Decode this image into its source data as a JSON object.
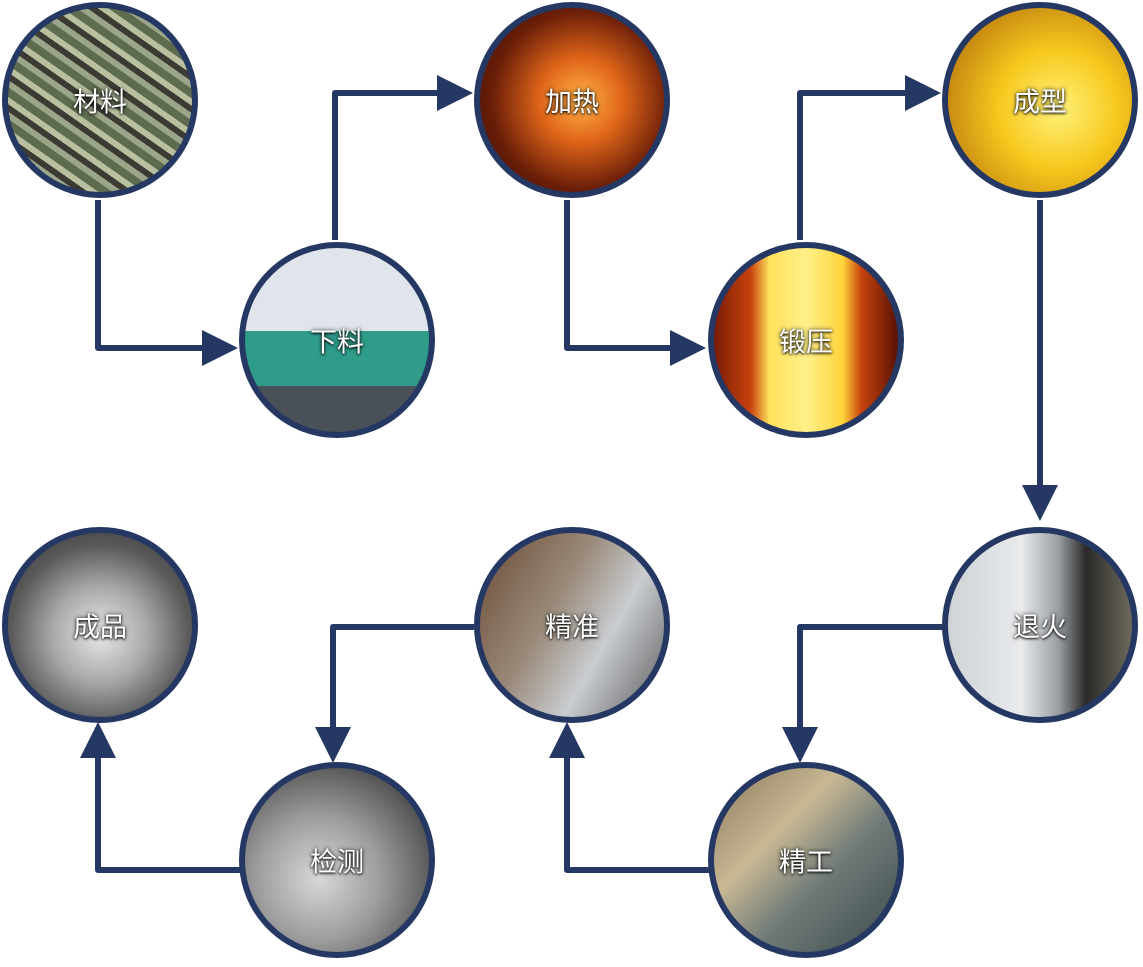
{
  "title": "Forging process flow",
  "accent_color": "#253863",
  "steps": [
    {
      "label": "材料"
    },
    {
      "label": "下料"
    },
    {
      "label": "加热"
    },
    {
      "label": "锻压"
    },
    {
      "label": "成型"
    },
    {
      "label": "退火"
    },
    {
      "label": "精工"
    },
    {
      "label": "精准"
    },
    {
      "label": "检测"
    },
    {
      "label": "成品"
    }
  ]
}
